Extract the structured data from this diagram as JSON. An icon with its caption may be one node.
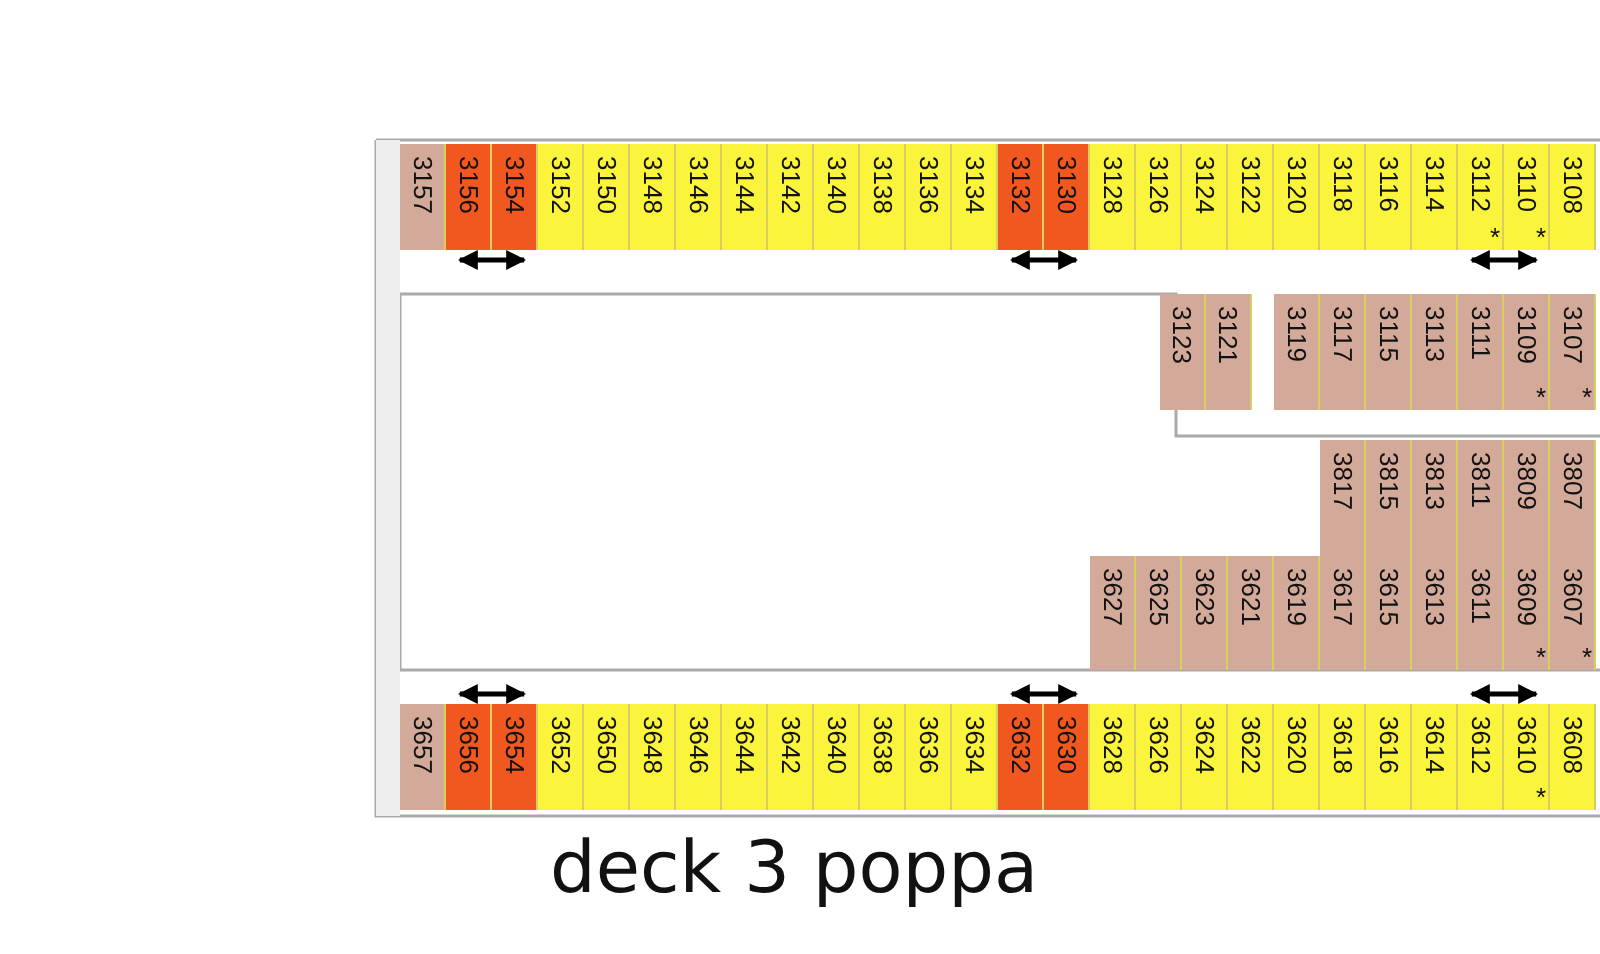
{
  "diagram": {
    "title": "deck 3 poppa",
    "nodes": [
      {
        "text": [
          "3157"
        ]
      },
      {
        "text": [
          "3156"
        ]
      },
      {
        "text": [
          "3154"
        ]
      },
      {
        "text": [
          "3152"
        ]
      },
      {
        "text": [
          "3150"
        ]
      },
      {
        "text": [
          "3148"
        ]
      },
      {
        "text": [
          "3146"
        ]
      },
      {
        "text": [
          "3144"
        ]
      },
      {
        "text": [
          "3142"
        ]
      },
      {
        "text": [
          "3140"
        ]
      },
      {
        "text": [
          "3138"
        ]
      },
      {
        "text": [
          "3136"
        ]
      },
      {
        "text": [
          "3134"
        ]
      },
      {
        "text": [
          "3132"
        ]
      },
      {
        "text": [
          "3130"
        ]
      },
      {
        "text": [
          "3128"
        ]
      },
      {
        "text": [
          "3126"
        ]
      },
      {
        "text": [
          "3124"
        ]
      },
      {
        "text": [
          "3122"
        ]
      },
      {
        "text": [
          "3120"
        ]
      },
      {
        "text": [
          "3118"
        ]
      },
      {
        "text": [
          "3116"
        ]
      },
      {
        "text": [
          "3114"
        ]
      },
      {
        "text": [
          "3112",
          "*"
        ]
      },
      {
        "text": [
          "3110",
          "*"
        ]
      },
      {
        "text": [
          "3108"
        ]
      },
      {
        "text": [
          "3123"
        ]
      },
      {
        "text": [
          "3121"
        ]
      },
      {
        "text": [
          "3119"
        ]
      },
      {
        "text": [
          "3117"
        ]
      },
      {
        "text": [
          "3115"
        ]
      },
      {
        "text": [
          "3113"
        ]
      },
      {
        "text": [
          "3111"
        ]
      },
      {
        "text": [
          "3109",
          "*"
        ]
      },
      {
        "text": [
          "3107",
          "*"
        ]
      },
      {
        "text": [
          "3817"
        ]
      },
      {
        "text": [
          "3815"
        ]
      },
      {
        "text": [
          "3813"
        ]
      },
      {
        "text": [
          "3811"
        ]
      },
      {
        "text": [
          "3809"
        ]
      },
      {
        "text": [
          "3807"
        ]
      },
      {
        "text": [
          "3627"
        ]
      },
      {
        "text": [
          "3625"
        ]
      },
      {
        "text": [
          "3623"
        ]
      },
      {
        "text": [
          "3621"
        ]
      },
      {
        "text": [
          "3619"
        ]
      },
      {
        "text": [
          "3617"
        ]
      },
      {
        "text": [
          "3615"
        ]
      },
      {
        "text": [
          "3613"
        ]
      },
      {
        "text": [
          "3611"
        ]
      },
      {
        "text": [
          "3609",
          "*"
        ]
      },
      {
        "text": [
          "3607",
          "*"
        ]
      },
      {
        "text": [
          "3657"
        ]
      },
      {
        "text": [
          "3656"
        ]
      },
      {
        "text": [
          "3654"
        ]
      },
      {
        "text": [
          "3652"
        ]
      },
      {
        "text": [
          "3650"
        ]
      },
      {
        "text": [
          "3648"
        ]
      },
      {
        "text": [
          "3646"
        ]
      },
      {
        "text": [
          "3644"
        ]
      },
      {
        "text": [
          "3642"
        ]
      },
      {
        "text": [
          "3640"
        ]
      },
      {
        "text": [
          "3638"
        ]
      },
      {
        "text": [
          "3636"
        ]
      },
      {
        "text": [
          "3634"
        ]
      },
      {
        "text": [
          "3632"
        ]
      },
      {
        "text": [
          "3630"
        ]
      },
      {
        "text": [
          "3628"
        ]
      },
      {
        "text": [
          "3626"
        ]
      },
      {
        "text": [
          "3624"
        ]
      },
      {
        "text": [
          "3622"
        ]
      },
      {
        "text": [
          "3620"
        ]
      },
      {
        "text": [
          "3618"
        ]
      },
      {
        "text": [
          "3616"
        ]
      },
      {
        "text": [
          "3614"
        ]
      },
      {
        "text": [
          "3612"
        ]
      },
      {
        "text": [
          "3610",
          "*"
        ]
      },
      {
        "text": [
          "3608"
        ]
      }
    ],
    "edges": [
      {
        "from": 1,
        "to": 2,
        "arrow": "both"
      },
      {
        "from": 13,
        "to": 14,
        "arrow": "both"
      },
      {
        "from": 23,
        "to": 24,
        "arrow": "both"
      },
      {
        "from": 53,
        "to": 54,
        "arrow": "both"
      },
      {
        "from": 65,
        "to": 66,
        "arrow": "both"
      },
      {
        "from": 75,
        "to": 76,
        "arrow": "both"
      }
    ]
  }
}
